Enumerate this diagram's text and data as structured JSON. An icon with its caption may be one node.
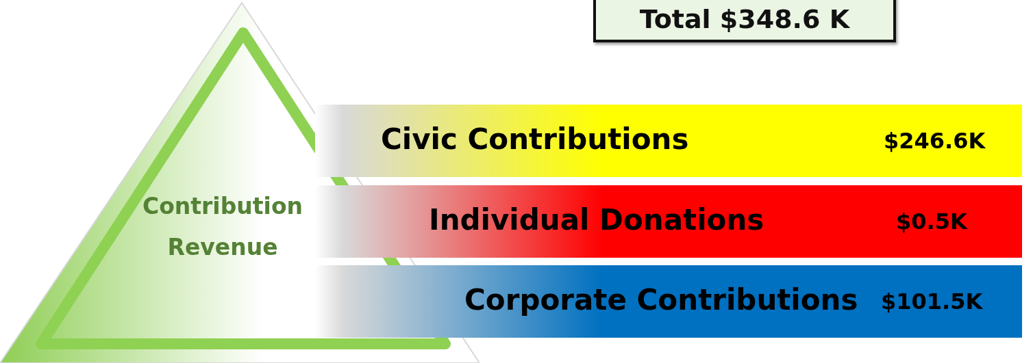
{
  "diagram": {
    "nodes": [
      {
        "text": [
          "Total $348.6 K"
        ]
      },
      {
        "text": [
          "Contribution Revenue"
        ]
      },
      {
        "text": [
          "Civic Contributions",
          "$246.6K"
        ]
      },
      {
        "text": [
          "Individual Donations",
          "$0.5K"
        ]
      },
      {
        "text": [
          "Corporate Contributions",
          "$101.5K"
        ]
      }
    ]
  }
}
